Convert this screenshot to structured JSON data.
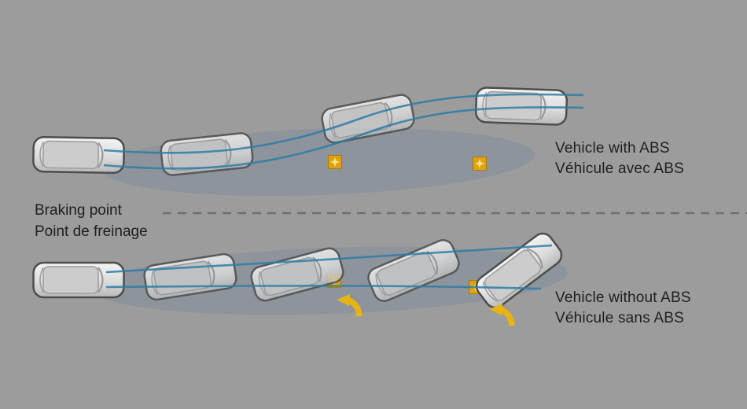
{
  "title": "ABS braking distance comparison diagram",
  "background_color": "#9c9c9c",
  "divider": {
    "label_en": "Braking point",
    "label_fr": "Point de freinage"
  },
  "scenarios": {
    "with_abs": {
      "label_en": "Vehicle with ABS",
      "label_fr": "Véhicule avec ABS",
      "car_count": 4
    },
    "without_abs": {
      "label_en": "Vehicle without ABS",
      "label_fr": "Véhicule sans ABS",
      "car_count": 5
    }
  },
  "colors": {
    "trajectory_line": "#2e7ca4",
    "hazard_marker": "#dfa312",
    "skid_area": "#8b929b",
    "car_body": "#dedede",
    "text": "#1f1f1f"
  },
  "icons": {
    "hazard_marker": "star-square-icon",
    "skid_arrow": "curved-arrow-icon"
  }
}
